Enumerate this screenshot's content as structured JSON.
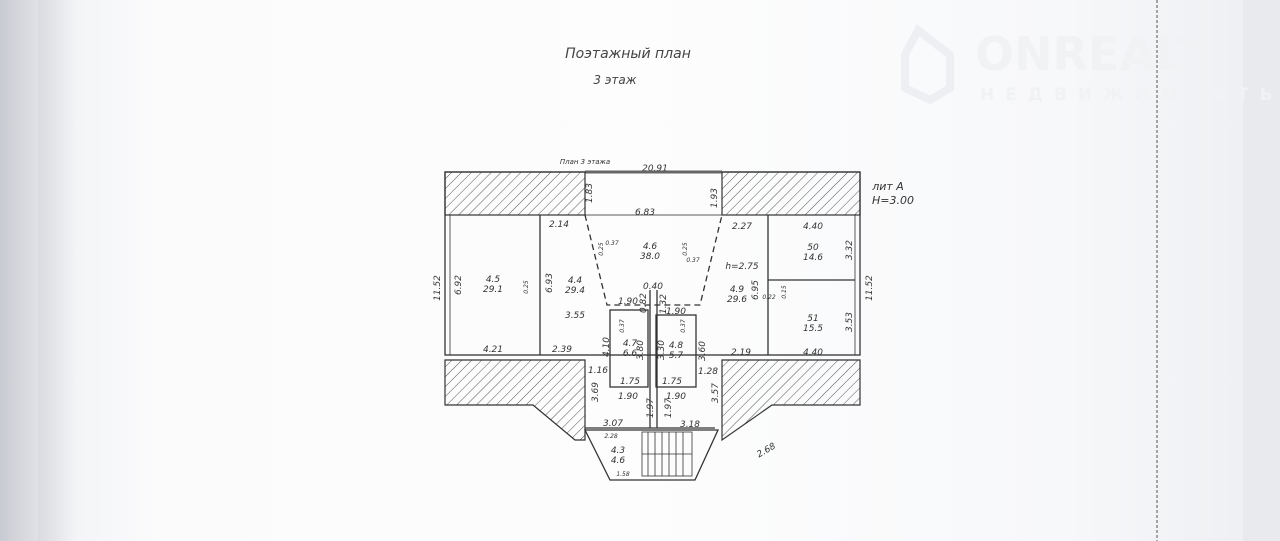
{
  "document": {
    "title": "Поэтажный план",
    "subtitle": "3 этаж",
    "plan_caption": "План 3 этажа",
    "overall_width": "20.91",
    "letter": "лит А",
    "height": "Н=3.00",
    "ceiling_note": "h=2.75"
  },
  "watermark": {
    "brand": "ONREALT",
    "tagline": "НЕДВИЖИМОСТЬ"
  },
  "rooms": [
    {
      "number": "4.6",
      "area": "38.0"
    },
    {
      "number": "4.5",
      "area": "29.1"
    },
    {
      "number": "4.4",
      "area": "29.4"
    },
    {
      "number": "4.9",
      "area": "29.6"
    },
    {
      "number": "50",
      "area": "14.6"
    },
    {
      "number": "51",
      "area": "15.5"
    },
    {
      "number": "4.7",
      "area": "6.6"
    },
    {
      "number": "4.8",
      "area": "5.7"
    },
    {
      "number": "4.3",
      "area": "4.6"
    }
  ],
  "dimensions": [
    "6.83",
    "2.14",
    "2.27",
    "4.40",
    "3.55",
    "4.21",
    "2.39",
    "2.19",
    "4.40",
    "1.16",
    "1.28",
    "1.75",
    "1.75",
    "1.90",
    "1.90",
    "3.07",
    "3.18",
    "2.68",
    "1.90",
    "1.90",
    "0.40",
    "0.37",
    "0.37",
    "0.37",
    "0.37"
  ],
  "vertical_dimensions": [
    "11.52",
    "6.92",
    "6.93",
    "1.83",
    "1.93",
    "6.95",
    "3.32",
    "11.52",
    "3.53",
    "4.10",
    "3.80",
    "3.30",
    "3.60",
    "3.69",
    "3.57",
    "1.97",
    "1.97",
    "1.32",
    "0.82",
    "0.25",
    "0.25",
    "0.25"
  ],
  "small_dimensions": [
    "2.28",
    "1.58",
    "0.22",
    "0.15"
  ]
}
